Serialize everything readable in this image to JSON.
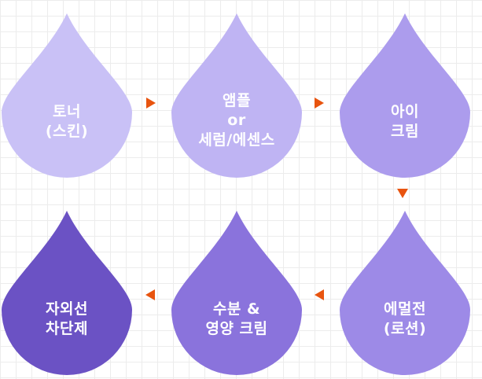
{
  "steps": [
    {
      "line1": "토너",
      "line2": "(스킨)",
      "line3": "",
      "color": "#c9c1f6"
    },
    {
      "line1": "앰플",
      "line2": "or",
      "line3": "세럼/에센스",
      "color": "#bfb4f3"
    },
    {
      "line1": "아이",
      "line2": "크림",
      "line3": "",
      "color": "#ac9ced"
    },
    {
      "line1": "에멀전",
      "line2": "(로션)",
      "line3": "",
      "color": "#9d8ae7"
    },
    {
      "line1": "수분 &",
      "line2": "영양 크림",
      "line3": "",
      "color": "#8a73dc"
    },
    {
      "line1": "자외선",
      "line2": "차단제",
      "line3": "",
      "color": "#6b52c4"
    }
  ],
  "arrow_color": "#e8540f"
}
